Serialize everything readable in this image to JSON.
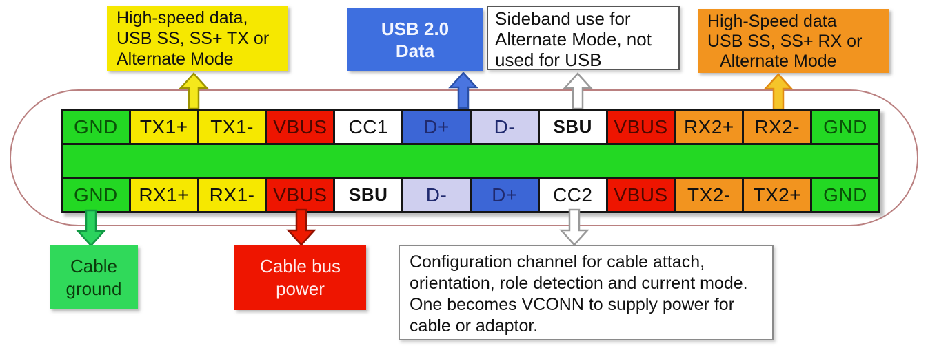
{
  "colors": {
    "yellow": "#f6e800",
    "orange": "#f2941f",
    "red": "#ee1500",
    "pin_green": "#23d823",
    "box_green": "#30d95a",
    "blue_box": "#3e6fdf",
    "blue_pin": "#3c66d6",
    "lavender": "#cfcfef",
    "white": "#ffffff",
    "black_text": "#111111",
    "gnd_text": "#0a5208",
    "vbus_text": "#4d0800",
    "d_text": "#202a6e",
    "usb2_text": "#f2f5ff",
    "power_text": "#ffecec",
    "ground_text": "#0c3a0c",
    "outline": "#ba8080"
  },
  "callouts": {
    "tx": {
      "lines": [
        "High-speed data,",
        "USB SS, SS+ TX or",
        "Alternate Mode"
      ]
    },
    "usb2": {
      "lines": [
        "USB 2.0",
        "Data"
      ]
    },
    "sideband": {
      "lines": [
        "Sideband use for",
        "Alternate Mode, not",
        "used for USB"
      ]
    },
    "rx": {
      "lines": [
        "High-Speed data",
        "USB SS, SS+ RX or",
        "Alternate Mode"
      ]
    },
    "ground": {
      "lines": [
        "Cable",
        "ground"
      ]
    },
    "power": {
      "lines": [
        "Cable bus",
        "power"
      ]
    },
    "config": {
      "lines": [
        "Configuration channel for cable attach,",
        "orientation, role detection and current mode.",
        "One becomes VCONN to supply power for",
        "cable or adaptor."
      ]
    }
  },
  "pins": {
    "top": [
      {
        "label": "GND",
        "bg": "pin_green",
        "fg": "gnd_text"
      },
      {
        "label": "TX1+",
        "bg": "yellow",
        "fg": "black_text"
      },
      {
        "label": "TX1-",
        "bg": "yellow",
        "fg": "black_text"
      },
      {
        "label": "VBUS",
        "bg": "red",
        "fg": "vbus_text"
      },
      {
        "label": "CC1",
        "bg": "white",
        "fg": "black_text"
      },
      {
        "label": "D+",
        "bg": "blue_pin",
        "fg": "d_text"
      },
      {
        "label": "D-",
        "bg": "lavender",
        "fg": "d_text"
      },
      {
        "label": "SBU",
        "bg": "white",
        "fg": "black_text",
        "bold": true
      },
      {
        "label": "VBUS",
        "bg": "red",
        "fg": "vbus_text"
      },
      {
        "label": "RX2+",
        "bg": "orange",
        "fg": "black_text"
      },
      {
        "label": "RX2-",
        "bg": "orange",
        "fg": "black_text"
      },
      {
        "label": "GND",
        "bg": "pin_green",
        "fg": "gnd_text"
      }
    ],
    "bottom": [
      {
        "label": "GND",
        "bg": "pin_green",
        "fg": "gnd_text"
      },
      {
        "label": "RX1+",
        "bg": "yellow",
        "fg": "black_text"
      },
      {
        "label": "RX1-",
        "bg": "yellow",
        "fg": "black_text"
      },
      {
        "label": "VBUS",
        "bg": "red",
        "fg": "vbus_text"
      },
      {
        "label": "SBU",
        "bg": "white",
        "fg": "black_text",
        "bold": true
      },
      {
        "label": "D-",
        "bg": "lavender",
        "fg": "d_text"
      },
      {
        "label": "D+",
        "bg": "blue_pin",
        "fg": "d_text"
      },
      {
        "label": "CC2",
        "bg": "white",
        "fg": "black_text"
      },
      {
        "label": "VBUS",
        "bg": "red",
        "fg": "vbus_text"
      },
      {
        "label": "TX2-",
        "bg": "orange",
        "fg": "black_text"
      },
      {
        "label": "TX2+",
        "bg": "orange",
        "fg": "black_text"
      },
      {
        "label": "GND",
        "bg": "pin_green",
        "fg": "gnd_text"
      }
    ]
  },
  "arrows": {
    "tx": {
      "direction": "up",
      "fill": "#f4e81c",
      "stroke": "#9d9400"
    },
    "usb2": {
      "direction": "up",
      "fill": "#4a75e0",
      "stroke": "#2a50a8"
    },
    "sideband": {
      "direction": "up",
      "fill": "#ffffff",
      "stroke": "#999999"
    },
    "rx": {
      "direction": "up",
      "fill": "#f5c52a",
      "stroke": "#e08a12"
    },
    "ground": {
      "direction": "down",
      "fill": "#2bd35e",
      "stroke": "#119944"
    },
    "power": {
      "direction": "down",
      "fill": "#ee1a00",
      "stroke": "#8f1000"
    },
    "config": {
      "direction": "down",
      "fill": "#ffffff",
      "stroke": "#999999"
    }
  }
}
